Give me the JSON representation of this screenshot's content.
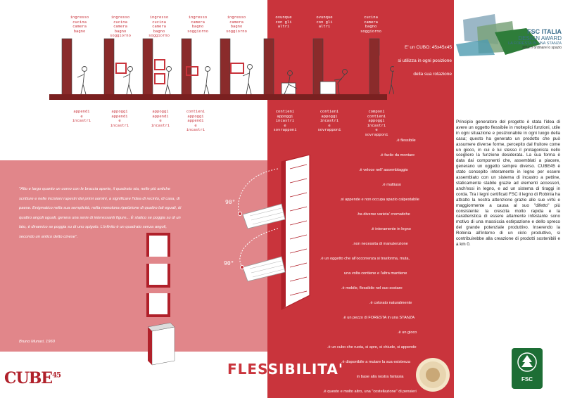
{
  "top_captions": [
    {
      "text": "ingresso\ncucina\ncamera\nbagno"
    },
    {
      "text": "ingresso\ncucina\ncamera\nbagno\nsoggiorno"
    },
    {
      "text": "ingresso\ncucina\ncamera\nbagno\nsoggiorno"
    },
    {
      "text": "ingresso\ncamera\nbagno\nsoggiorno"
    },
    {
      "text": "ingresso\ncamera\nbagno\nsoggiorno"
    },
    {
      "text": "ovunque\ncon gli\naltri"
    },
    {
      "text": "ovunque\ncon gli\naltri"
    },
    {
      "text": "cucina\ncamera\nbagno\nsoggiorno"
    }
  ],
  "bottom_captions": [
    {
      "text": "appendi\ne\nincastri"
    },
    {
      "text": "appoggi\nappendi\ne\nincastri"
    },
    {
      "text": "appoggi\nappendi\ne\nincastri"
    },
    {
      "text": "contieni\nappoggi\nappendi\ne\nincastri"
    },
    {
      "text": "contieni\nappoggi\nincastri\ne\nsovrapponi"
    },
    {
      "text": "contieni\nappoggi\nincastri\ne\nsovrapponi"
    },
    {
      "text": "componi\ncontieni\nappoggi\nincastri\ne\nsovrapponi"
    }
  ],
  "cube_info": {
    "line1": "E' un CUBO: 45x45x45",
    "line2": "si utilizza in ogni posizione",
    "line3": "della sua rotazione"
  },
  "features": [
    ".è flessibile",
    ".è facile da montare",
    ".è veloce nell' assemblaggio",
    ".è multiuso",
    ".si appende e non  occupa spazio calpestabile",
    ".ha diverse varieta' cromatiche",
    ".è interamente in legno",
    ".non necessita di manutenzione",
    ".è un oggetto che all'occorrenza si trasforma, muta,",
    "una volta contiene e l'altra mantiene",
    ".è mobile, flessibile nel suo sostare",
    ".è colorato naturalmente",
    ".è un pezzo di FORESTA in una STANZA",
    ".è un gioco",
    ".è un cubo che ruota, si apre, si chiude, si appende",
    ".è disponibile a mutare la sua esistenza",
    "in base alla nostra fantasia",
    ".è questo e molto altro, una \"costellazione\" di pensieri"
  ],
  "angles": {
    "a1": "90°",
    "a2": "90°"
  },
  "quote": {
    "text": "\"Alto e largo quanto un uomo con le braccia aperte, il quadrato sta, nelle più antiche scritture e nelle incisioni rupestri dei primi uomini, a significare l'idea di recinto, di casa, di paese. Enigmatico nella sua semplicità, nella monotona ripetizione di quattro lati eguali, di quattro angoli uguali, genera una serie di interessanti figure... È statico se poggia su di un lato, è dinamico se poggia su di uno spigolo. L'infinito è un quadrato senza angoli, secondo un antico detto cinese\".",
    "author": "Bruno Munari, 1960"
  },
  "award": {
    "line1": "FSC ITALIA",
    "line2": "DESIGN AWARD",
    "line3": "LA FORESTA IN UNA STANZA",
    "line4": "2012 // ordinare lo spazio"
  },
  "description": "Principio generatore del progetto è stata l'idea di avere un oggetto flessibile in molteplici funzioni, utile in ogni situazione e posizionabile in ogni luogo della casa; questo ha generato un prodotto che può assumere diverse forme, percepito dal fruitore come un gioco, in cui è lui stesso il protagonista nello scegliere la funzione desiderata. La sua forma è data dai componenti che, assemblati a piacere, generano un oggetto sempre diverso. CUBE45 è stato concepito interamente in legno per essere assemblato con un sistema di incastro a pettine, staticamente stabile grazie ad elementi accessori, anch'essi in legno, e ad un sistema di tiraggi in corda. Tra i legni certificati FSC il legno di Robinia ha attratto la nostra attenzione grazie alle sue virtù e maggiormente a causa al suo \"difetto\" più consistente: la crescita molto rapida e la caratteristica di essere altamente infestante sono motivo di una massiccia estirpazione e dello spreco del grande potenziale produttivo. Inserendo la Robinia all'interno di un ciclo produttivo, si contribuirebbe alla creazione di prodotti sostenibili e a km 0.",
  "logo": {
    "name": "CUBE",
    "number": "45"
  },
  "title": {
    "part1": "FLES",
    "part2": "SIBILITA'"
  },
  "fsc": {
    "label": "FSC"
  },
  "colors": {
    "red": "#c9343c",
    "pink": "#e1868a",
    "dark": "#7a2020",
    "green": "#1d6e35"
  }
}
